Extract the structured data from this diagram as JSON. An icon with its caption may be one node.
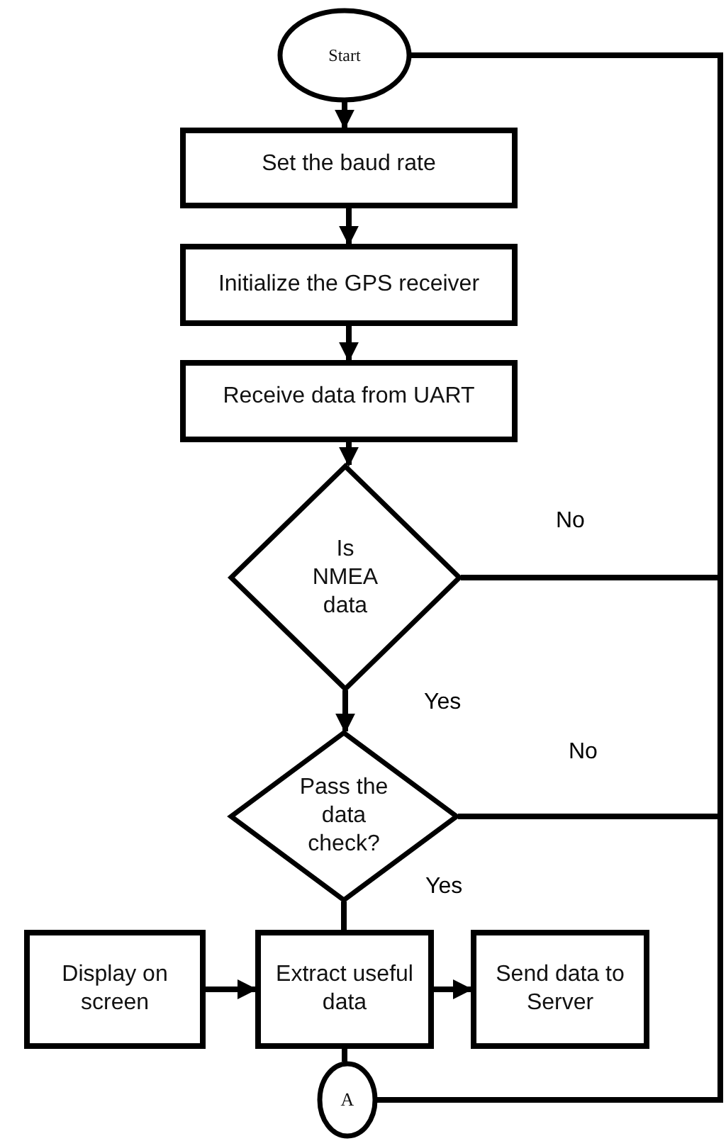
{
  "diagram": {
    "nodes": [
      {
        "text": [
          "Start"
        ]
      },
      {
        "text": [
          "Set the baud rate"
        ]
      },
      {
        "text": [
          "Initialize the GPS receiver"
        ]
      },
      {
        "text": [
          "Receive data from UART"
        ]
      },
      {
        "text": [
          "Is NMEA data"
        ]
      },
      {
        "text": [
          "Pass the data check?"
        ]
      },
      {
        "text": [
          "Display on screen"
        ]
      },
      {
        "text": [
          "Extract useful data"
        ]
      },
      {
        "text": [
          "Send data to Server"
        ]
      },
      {
        "text": [
          "A"
        ]
      }
    ],
    "edges": [
      {
        "from": 0,
        "to": 1,
        "arrow": "to"
      },
      {
        "from": 1,
        "to": 2,
        "arrow": "to"
      },
      {
        "from": 2,
        "to": 3,
        "arrow": "to"
      },
      {
        "from": 3,
        "to": 4,
        "arrow": "to"
      },
      {
        "from": 4,
        "to": 5,
        "arrow": "to",
        "label": "Yes"
      },
      {
        "from": 5,
        "to": 7,
        "arrow": "none",
        "label": "Yes"
      },
      {
        "from": 6,
        "to": 7,
        "arrow": "to"
      },
      {
        "from": 7,
        "to": 8,
        "arrow": "to"
      },
      {
        "from": 7,
        "to": 9,
        "arrow": "none"
      },
      {
        "from": 0,
        "to": 9,
        "arrow": "none"
      },
      {
        "from": 4,
        "to": 9,
        "arrow": "none",
        "label": "No"
      },
      {
        "from": 5,
        "to": 9,
        "arrow": "none",
        "label": "No"
      }
    ]
  }
}
